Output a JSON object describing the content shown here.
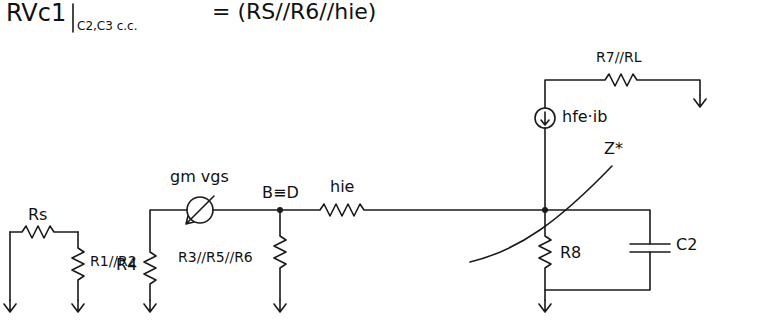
{
  "diagram": {
    "labels": [
      "RVc1",
      "C2,C3 c.c.",
      "= (RS//R6//hie)",
      "R7//RL",
      "hfe·ib",
      "Z*",
      "Rs",
      "R1//R2",
      "R4",
      "gm vgs",
      "B≡D",
      "hie",
      "R3//R5//R6",
      "R8",
      "C2"
    ]
  }
}
